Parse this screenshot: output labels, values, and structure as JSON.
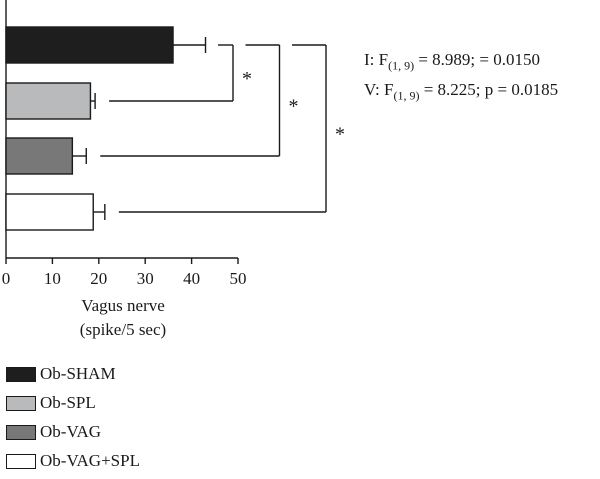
{
  "chart_data": {
    "type": "bar",
    "orientation": "horizontal",
    "xlabel_lines": [
      "Vagus nerve",
      "(spike/5 sec)"
    ],
    "xlim": [
      0,
      50
    ],
    "xticks": [
      0,
      10,
      20,
      30,
      40,
      50
    ],
    "series": [
      {
        "name": "Ob-SHAM",
        "value": 36,
        "error": 7,
        "color": "#1e1e1e"
      },
      {
        "name": "Ob-SPL",
        "value": 18.2,
        "error": 1,
        "color": "#b9babb"
      },
      {
        "name": "Ob-VAG",
        "value": 14.3,
        "error": 3,
        "color": "#787878"
      },
      {
        "name": "Ob-VAG+SPL",
        "value": 18.8,
        "error": 2.5,
        "color": "#ffffff"
      }
    ],
    "significance": [
      {
        "from": "Ob-SHAM",
        "to": "Ob-SPL",
        "label": "*"
      },
      {
        "from": "Ob-SHAM",
        "to": "Ob-VAG",
        "label": "*"
      },
      {
        "from": "Ob-SHAM",
        "to": "Ob-VAG+SPL",
        "label": "*"
      }
    ],
    "stats": [
      {
        "prefix": "I: F",
        "subscript": "(1, 9)",
        "rest": " = 8.989; = 0.0150"
      },
      {
        "prefix": "V: F",
        "subscript": "(1, 9)",
        "rest": " = 8.225; p = 0.0185"
      }
    ],
    "legend_position": "bottom-left"
  }
}
